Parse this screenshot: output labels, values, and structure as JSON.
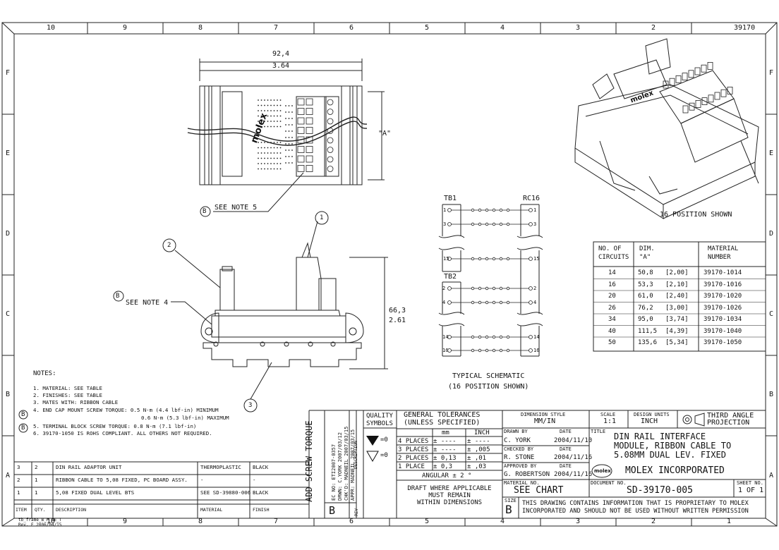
{
  "frame": {
    "col_numbers": [
      "10",
      "9",
      "8",
      "7",
      "6",
      "5",
      "4",
      "3",
      "2",
      "1"
    ],
    "row_letters": [
      "F",
      "E",
      "D",
      "C",
      "B",
      "A"
    ],
    "drawing_id_corner": "39170",
    "template_name": "tb_frame_B_P_ME_T",
    "template_rev": "Rev. E 2006/04/15"
  },
  "top_view": {
    "dim_mm": "92,4",
    "dim_in": "3.64",
    "dim_a": "\"A\"",
    "brand": "molex",
    "note_ref": "B",
    "note_text": "SEE NOTE 5"
  },
  "side_view": {
    "dim_mm": "66,3",
    "dim_in": "2.61",
    "balloon_1": "1",
    "balloon_2": "2",
    "balloon_3": "3",
    "note_ref": "B",
    "note_text": "SEE NOTE 4"
  },
  "iso_view": {
    "brand": "molex",
    "caption": "16 POSITION SHOWN"
  },
  "schematic": {
    "tb1": "TB1",
    "rc16": "RC16",
    "tb2": "TB2",
    "tb1_pins": [
      "1",
      "3",
      "15"
    ],
    "rc_pins": [
      "1",
      "3",
      "15"
    ],
    "tb2_pins": [
      "2",
      "4",
      "14",
      "16"
    ],
    "rc_pins_2": [
      "2",
      "4",
      "14",
      "16"
    ],
    "caption_1": "TYPICAL SCHEMATIC",
    "caption_2": "(16 POSITION SHOWN)"
  },
  "circuit_table": {
    "headers": [
      "NO. OF\nCIRCUITS",
      "DIM.\n\"A\"",
      "MATERIAL\nNUMBER"
    ],
    "rows": [
      [
        "14",
        "50,8",
        "[2,00]",
        "39170-1014"
      ],
      [
        "16",
        "53,3",
        "[2,10]",
        "39170-1016"
      ],
      [
        "20",
        "61,0",
        "[2,40]",
        "39170-1020"
      ],
      [
        "26",
        "76,2",
        "[3,00]",
        "39170-1026"
      ],
      [
        "34",
        "95,0",
        "[3,74]",
        "39170-1034"
      ],
      [
        "40",
        "111,5",
        "[4,39]",
        "39170-1040"
      ],
      [
        "50",
        "135,6",
        "[5,34]",
        "39170-1050"
      ]
    ]
  },
  "notes": {
    "heading": "NOTES:",
    "items": [
      "1. MATERIAL: SEE TABLE",
      "2. FINISHES: SEE TABLE",
      "3. MATES WITH: RIBBON CABLE",
      "4. END CAP MOUNT SCREW TORQUE: 0.5 N-m (4.4 lbf-in) MINIMUM",
      "0.6 N-m (5.3 lbf-in) MAXIMUM",
      "5. TERMINAL BLOCK SCREW TORQUE: 0.8 N-m (7.1 lbf-in)",
      "6. 39170-1050 IS ROHS COMPLIANT. ALL OTHERS NOT REQUIRED."
    ],
    "flag": "B"
  },
  "bom": {
    "headers": [
      "ITEM",
      "QTY.",
      "DESCRIPTION",
      "MATERIAL",
      "FINISH"
    ],
    "rows": [
      [
        "3",
        "2",
        "DIN RAIL ADAPTOR UNIT",
        "THERMOPLASTIC",
        "BLACK"
      ],
      [
        "2",
        "1",
        "RIBBON CABLE TO 5,08 FIXED, PC BOARD ASSY.",
        "-",
        "-"
      ],
      [
        "1",
        "1",
        "5,08 FIXED DUAL LEVEL BTS",
        "SEE SD-39880-006",
        "BLACK"
      ]
    ]
  },
  "revision": {
    "title": "ADD SCREW TORQUE",
    "ec": "EC NO: ETI2007-0357",
    "drwn": "DRWN: C.YORK  2007/03/12",
    "chk": "CHK'D: MADNEIL  2007/03/15",
    "appr": "APPR: MADNEIL  2007/03/15",
    "desc_label": "DESCRIPTION",
    "rev_label": "REV",
    "rev_value": "B"
  },
  "title_block": {
    "quality_symbols": "QUALITY\nSYMBOLS",
    "qs_eq1": "=0",
    "qs_eq2": "=0",
    "gen_tol": "GENERAL TOLERANCES",
    "gen_tol_sub": "(UNLESS SPECIFIED)",
    "mm": "mm",
    "inch": "INCH",
    "tol_rows": [
      [
        "4 PLACES",
        "± ----",
        "± ----"
      ],
      [
        "3 PLACES",
        "± ----",
        "± ,005"
      ],
      [
        "2 PLACES",
        "± 0,13",
        "± ,01"
      ],
      [
        "1 PLACE",
        "± 0,3",
        "± ,03"
      ]
    ],
    "angular": "ANGULAR ± 2 °",
    "draft_note": "DRAFT WHERE APPLICABLE\nMUST REMAIN\nWITHIN DIMENSIONS",
    "dim_style_label": "DIMENSION STYLE",
    "dim_style": "MM/IN",
    "scale_label": "SCALE",
    "scale": "1:1",
    "design_units_label": "DESIGN UNITS",
    "design_units": "INCH",
    "projection": "THIRD ANGLE\nPROJECTION",
    "drawn_by_label": "DRAWN BY",
    "drawn_by": "C. YORK",
    "drawn_date": "2004/11/10",
    "checked_by_label": "CHECKED BY",
    "checked_by": "R. STONE",
    "checked_date": "2004/11/16",
    "approved_by_label": "APPROVED BY",
    "approved_by": "G. ROBERTSON",
    "approved_date": "2004/11/16",
    "date_label": "DATE",
    "title_label": "TITLE",
    "title_lines": [
      "DIN RAIL INTERFACE",
      "MODULE, RIBBON CABLE TO",
      "5.08MM DUAL LEV. FIXED"
    ],
    "company": "MOLEX INCORPORATED",
    "logo": "molex",
    "material_no_label": "MATERIAL NO.",
    "material_no": "SEE CHART",
    "document_no_label": "DOCUMENT NO.",
    "document_no": "SD-39170-005",
    "sheet_label": "SHEET NO.",
    "sheet": "1 OF 1",
    "size_label": "SIZE",
    "size": "B",
    "proprietary": "THIS DRAWING CONTAINS INFORMATION THAT IS PROPRIETARY TO MOLEX\nINCORPORATED AND SHOULD NOT BE USED WITHOUT WRITTEN PERMISSION"
  }
}
